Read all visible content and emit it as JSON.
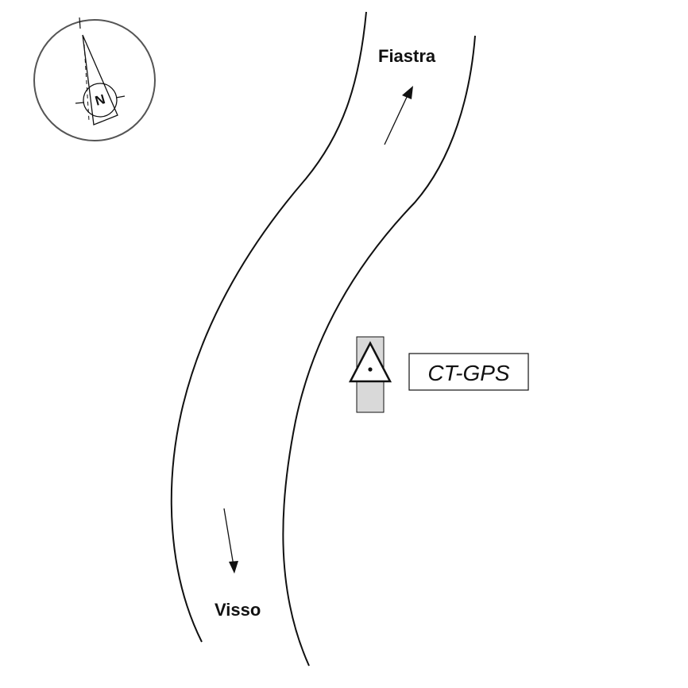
{
  "map": {
    "destinations": {
      "north": "Fiastra",
      "south": "Visso"
    },
    "station": {
      "label": "CT-GPS",
      "icon": "triangle-marker-icon"
    },
    "compass": {
      "letter": "N",
      "icon": "north-arrow-icon"
    },
    "colors": {
      "ink": "#111111",
      "compass_ring": "#555555",
      "station_fill": "#d9d9d9"
    }
  }
}
